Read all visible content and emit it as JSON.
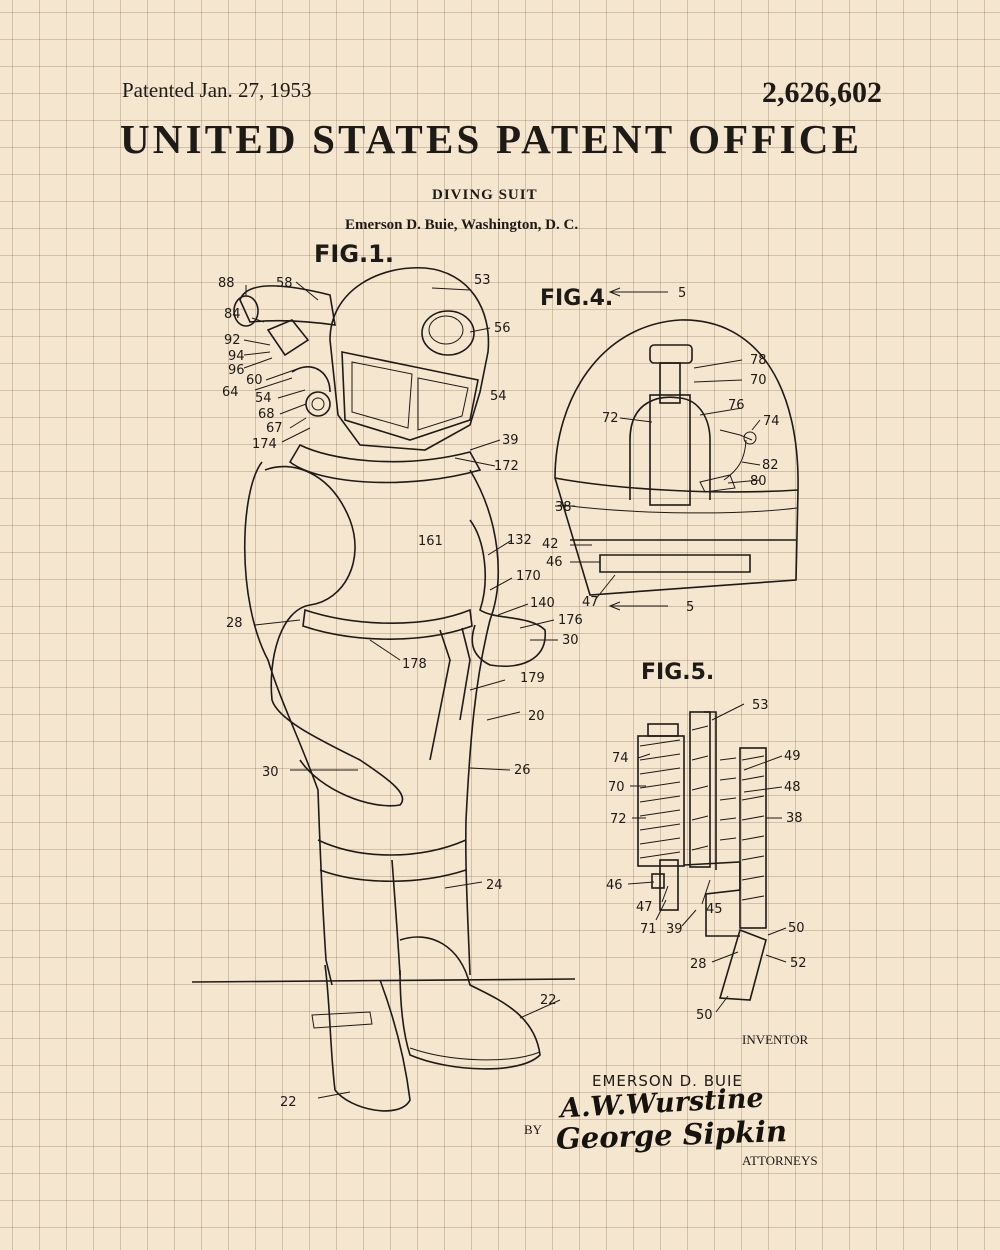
{
  "header": {
    "patented_date": "Patented Jan. 27, 1953",
    "patent_number": "2,626,602",
    "office_title": "UNITED STATES PATENT OFFICE"
  },
  "invention": {
    "title": "DIVING SUIT",
    "inventor_line": "Emerson D. Buie, Washington, D. C."
  },
  "figures": {
    "fig1": "FIG.1.",
    "fig4": "FIG.4.",
    "fig5": "FIG.5."
  },
  "fig1_labels": [
    "53",
    "58",
    "88",
    "84",
    "92",
    "94",
    "96",
    "56",
    "60",
    "64",
    "54",
    "54",
    "68",
    "67",
    "174",
    "39",
    "172",
    "161",
    "132",
    "170",
    "140",
    "176",
    "30",
    "28",
    "178",
    "179",
    "20",
    "30",
    "26",
    "24",
    "22",
    "22"
  ],
  "fig4_labels": [
    "5",
    "78",
    "70",
    "76",
    "74",
    "72",
    "82",
    "80",
    "38",
    "42",
    "46",
    "47",
    "5"
  ],
  "fig5_labels": [
    "53",
    "49",
    "74",
    "48",
    "70",
    "72",
    "38",
    "46",
    "47",
    "45",
    "71",
    "39",
    "50",
    "28",
    "52",
    "50"
  ],
  "footer": {
    "inventor_label": "INVENTOR",
    "inventor_name": "EMERSON D. BUIE",
    "by_label": "BY",
    "attorneys_label": "ATTORNEYS",
    "signature_1": "A.W.Wurstine",
    "signature_2": "George Sipkin"
  }
}
